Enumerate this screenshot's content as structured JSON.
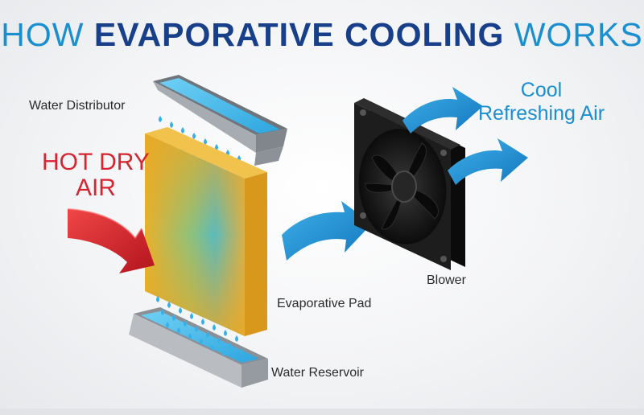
{
  "title": {
    "prefix": "HOW",
    "emphasis": "EVAPORATIVE COOLING",
    "suffix": "WORKS"
  },
  "labels": {
    "water_distributor": "Water Distributor",
    "hot_dry_air_line1": "HOT DRY",
    "hot_dry_air_line2": "AIR",
    "cool_air_line1": "Cool",
    "cool_air_line2": "Refreshing Air",
    "blower": "Blower",
    "evaporative_pad": "Evaporative Pad",
    "water_reservoir": "Water Reservoir"
  },
  "colors": {
    "title_light": "#1a8fd0",
    "title_dark": "#173f8a",
    "hot_air": "#d62430",
    "cool_air": "#1a8fd0",
    "pad": "#e6ac2c",
    "water": "#49b9ea",
    "trough": "#9aa0a6",
    "fan": "#151515"
  },
  "icons": [
    "water-distributor-trough",
    "water-droplet",
    "evaporative-pad",
    "water-reservoir-tray",
    "hot-air-arrow",
    "cool-air-arrow",
    "blower-fan"
  ]
}
